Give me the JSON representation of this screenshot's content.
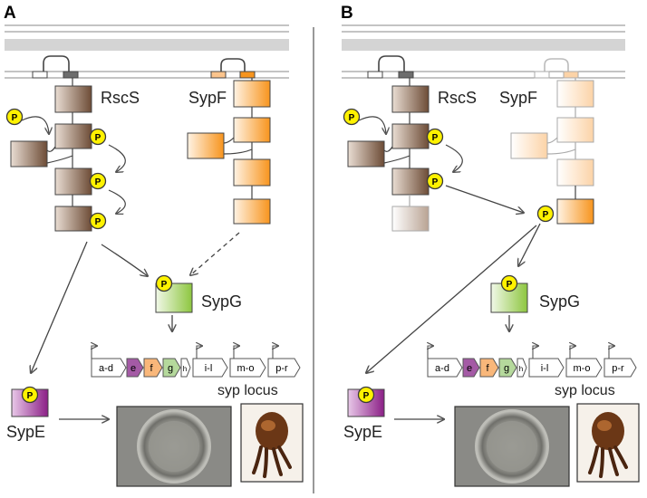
{
  "panels": [
    {
      "letter": "A",
      "sensor_label": "RscS",
      "sypf_label": "SypF",
      "sypg_label": "SypG",
      "sype_label": "SypE",
      "locus_label": "syp locus",
      "phospho_label": "P",
      "genes": [
        "a-d",
        "e",
        "f",
        "g",
        "h",
        "i-l",
        "m-o",
        "p-r"
      ]
    },
    {
      "letter": "B",
      "sensor_label": "RscS",
      "sypf_label": "SypF",
      "sypg_label": "SypG",
      "sype_label": "SypE",
      "locus_label": "syp locus",
      "phospho_label": "P",
      "genes": [
        "a-d",
        "e",
        "f",
        "g",
        "h",
        "i-l",
        "m-o",
        "p-r"
      ]
    }
  ],
  "colors": {
    "rscs": "#7a5a44",
    "sypf": "#f7941d",
    "sypg": "#8dc63f",
    "sype": "#92278f",
    "phospho_fill": "#fff200",
    "membrane": "#d4d4d4",
    "gene_e": "#a45aa5",
    "gene_f": "#f9b77a",
    "gene_g": "#b5d99c"
  },
  "icons": [
    "biofilm-colony-image",
    "squid-image"
  ]
}
